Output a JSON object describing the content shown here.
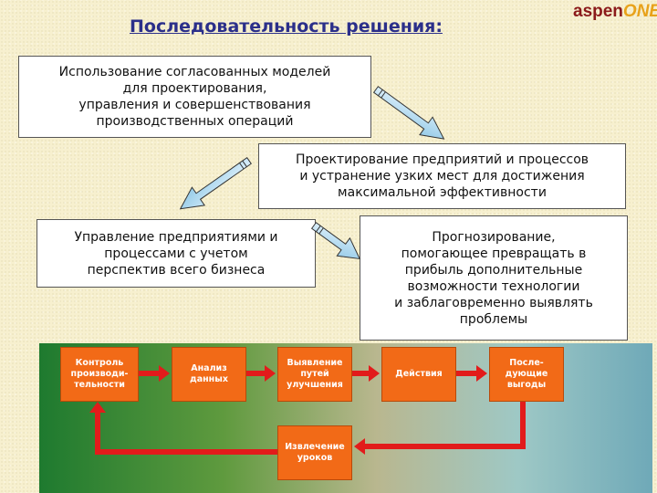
{
  "header": {
    "title": "Последовательность решения:",
    "logo_part1": "aspen",
    "logo_part2": "ONE"
  },
  "boxes": {
    "box1": "Использование согласованных моделей\nдля проектирования,\nуправления и совершенствования\nпроизводственных операций",
    "box2": "Проектирование предприятий и процессов\nи устранение узких мест для достижения\nмаксимальной эффективности",
    "box3": "Управление предприятиями и\nпроцессами с учетом\nперспектив всего бизнеса",
    "box4": "Прогнозирование,\nпомогающее превращать в\nприбыль дополнительные\nвозможности технологии\nи заблаговременно выявлять\nпроблемы"
  },
  "flow": {
    "n1": "Контроль\nпроизводи-\nтельности",
    "n2": "Анализ\nданных",
    "n3": "Выявление\nпутей\nулучшения",
    "n4": "Действия",
    "n5": "После-\nдующие\nвыгоды",
    "n6": "Извлечение\nуроков"
  },
  "colors": {
    "title": "#2b2f8a",
    "logo_dark": "#8b1a1a",
    "logo_accent": "#e8a21a",
    "node_fill": "#f26a17",
    "flow_arrow": "#e21b1b",
    "big_arrow_fill": "#b9dcef"
  },
  "icons": {
    "big_arrows": "diagonal-arrow-icon",
    "flow_arrows": "red-flow-arrow-icon"
  }
}
